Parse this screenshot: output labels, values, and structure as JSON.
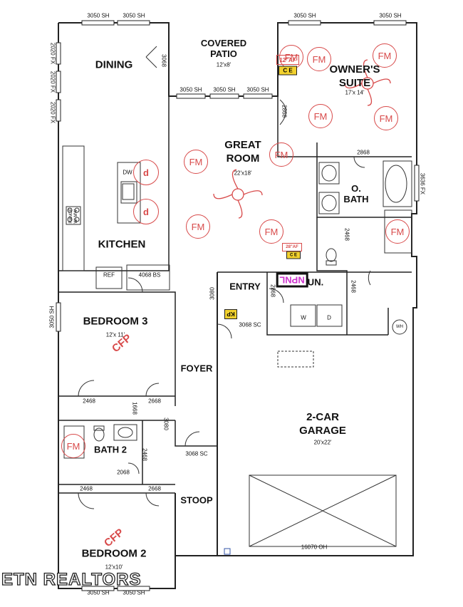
{
  "rooms": {
    "dining": "DINING",
    "covered_patio": "COVERED\nPATIO",
    "covered_patio_size": "12'x8'",
    "owners_suite": "OWNER'S\nSUITE",
    "owners_suite_size": "17'x 14'",
    "great_room": "GREAT\nROOM",
    "great_room_size": "22'x18'",
    "kitchen": "KITCHEN",
    "o_bath": "O.\nBATH",
    "entry": "ENTRY",
    "laundry": "UN.",
    "laundry_sign": "NPNL",
    "bedroom3": "BEDROOM 3",
    "bedroom3_size": "12'x 11'",
    "foyer": "FOYER",
    "garage": "2-CAR\nGARAGE",
    "garage_size": "20'x22'",
    "bath2": "BATH 2",
    "stoop": "STOOP",
    "bedroom2": "BEDROOM 2",
    "bedroom2_size": "12'x10'"
  },
  "openings": {
    "top_left_1": "3050 SH",
    "top_left_2": "3050 SH",
    "top_right_1": "3050 SH",
    "top_right_2": "3050 SH",
    "dining_door": "3068",
    "patio_w1": "3050 SH",
    "patio_w2": "3050 SH",
    "patio_w3": "3050 SH",
    "left_fx1": "2020 FX",
    "left_fx2": "2020 FX",
    "left_fx3": "2020 FX",
    "suite_door": "2868",
    "obath_door": "2868",
    "obath_fx": "3636 FX",
    "range": "RANGE\nW/ MW",
    "ref": "REF",
    "kitchen_door": "4068 BS",
    "closet_2468_a": "2468",
    "closet_2468_b": "2468",
    "entry_door_3080": "3080",
    "laundry_door": "2868",
    "garage_entry_door": "3068 SC",
    "bed3_window": "3050 SH",
    "bed3_closet": "2468",
    "bed3_door": "2668",
    "linen": "1668",
    "bath2_door": "2468",
    "bath2_small": "2068",
    "foyer_side": "3080",
    "front_door": "3068 SC",
    "bed2_closet": "2468",
    "bed2_door": "2668",
    "garage_door": "16070 OH",
    "bottom_w1": "3050 SH",
    "bottom_w2": "3050 SH"
  },
  "appliances": {
    "dw": "DW",
    "washer": "W",
    "dryer": "D",
    "water_heater": "WH"
  },
  "electrical": {
    "fan_mount": "FM",
    "cfp": "CFP",
    "af_suite": "12\"AF",
    "af_entry": "28\"AF",
    "ce": "C E",
    "kp": "KP"
  },
  "watermark": "ETN REALTORS"
}
